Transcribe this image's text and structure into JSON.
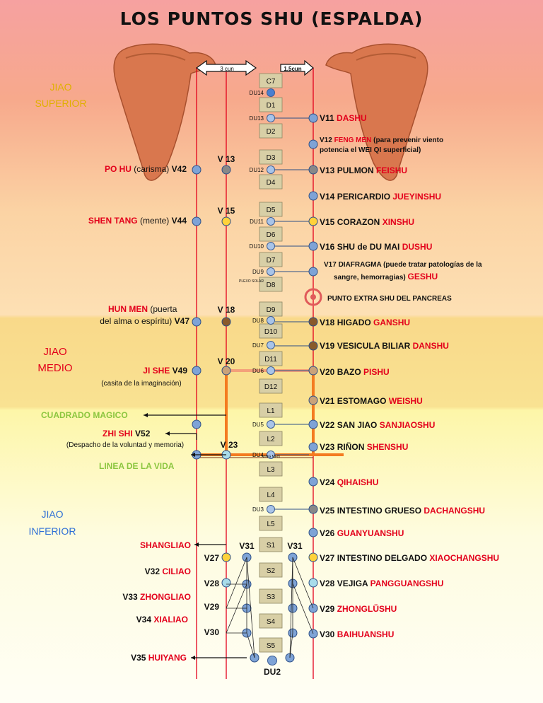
{
  "title": "LOS PUNTOS SHU (ESPALDA)",
  "measures": {
    "left": "3 cun",
    "right": "1.5cun"
  },
  "zones": {
    "superior": [
      "JIAO",
      "SUPERIOR"
    ],
    "medio": [
      "JIAO",
      "MEDIO"
    ],
    "inferior": [
      "JIAO",
      "INFERIOR"
    ]
  },
  "vertebrae": [
    "C7",
    "D1",
    "D2",
    "D3",
    "D4",
    "D5",
    "D6",
    "D7",
    "D8",
    "D9",
    "D10",
    "D11",
    "D12",
    "L1",
    "L2",
    "L3",
    "L4",
    "L5",
    "S1",
    "S2",
    "S3",
    "S4",
    "S5"
  ],
  "du_points": [
    "DU14",
    "DU13",
    "DU12",
    "DU11",
    "DU10",
    "DU9",
    "PLEXO SOLAR",
    "DU8",
    "DU7",
    "DU6",
    "DU5",
    "DU4",
    "MING MEN",
    "DU3",
    "DU2"
  ],
  "inner_labels": [
    "V 13",
    "V 15",
    "V 18",
    "V 20",
    "V 23",
    "V31",
    "V31",
    "V27",
    "V28",
    "V29",
    "V30"
  ],
  "right_points": [
    {
      "code": "V11",
      "name": "",
      "pinyin": "DASHU"
    },
    {
      "code": "V12",
      "pinyin": "FENG MEN",
      "note1": "(para prevenir viento",
      "note2": "potencia el WEI QI superficial)"
    },
    {
      "code": "V13",
      "name": "PULMON",
      "pinyin": "FEISHU"
    },
    {
      "code": "V14",
      "name": "PERICARDIO",
      "pinyin": "JUEYINSHU"
    },
    {
      "code": "V15",
      "name": "CORAZON",
      "pinyin": "XINSHU"
    },
    {
      "code": "V16",
      "name": "SHU de DU MAI",
      "pinyin": "DUSHU"
    },
    {
      "code": "V17",
      "name": "DIAFRAGMA",
      "note1": "(puede tratar patologías de la",
      "note2": "sangre, hemorragias)",
      "pinyin": "GESHU"
    },
    {
      "code": "",
      "name": "PUNTO EXTRA SHU DEL PANCREAS",
      "pinyin": ""
    },
    {
      "code": "V18",
      "name": "HIGADO",
      "pinyin": "GANSHU"
    },
    {
      "code": "V19",
      "name": "VESICULA BILIAR",
      "pinyin": "DANSHU"
    },
    {
      "code": "V20",
      "name": "BAZO",
      "pinyin": "PISHU"
    },
    {
      "code": "V21",
      "name": "ESTOMAGO",
      "pinyin": "WEISHU"
    },
    {
      "code": "V22",
      "name": "SAN JIAO",
      "pinyin": "SANJIAOSHU"
    },
    {
      "code": "V23",
      "name": "RIÑON",
      "pinyin": "SHENSHU"
    },
    {
      "code": "V24",
      "name": "",
      "pinyin": "QIHAISHU"
    },
    {
      "code": "V25",
      "name": "INTESTINO GRUESO",
      "pinyin": "DACHANGSHU"
    },
    {
      "code": "V26",
      "name": "",
      "pinyin": "GUANYUANSHU"
    },
    {
      "code": "V27",
      "name": "INTESTINO DELGADO",
      "pinyin": "XIAOCHANGSHU"
    },
    {
      "code": "V28",
      "name": "VEJIGA",
      "pinyin": "PANGGUANGSHU"
    },
    {
      "code": "V29",
      "name": "",
      "pinyin": "ZHONGLŬSHU"
    },
    {
      "code": "V30",
      "name": "",
      "pinyin": "BAIHUANSHU"
    }
  ],
  "left_points": [
    {
      "pinyin": "PO HU",
      "meaning": "(carisma)",
      "code": "V42"
    },
    {
      "pinyin": "SHEN TANG",
      "meaning": "(mente)",
      "code": "V44"
    },
    {
      "pinyin": "HUN MEN",
      "meaning": "(puerta",
      "line2": "del alma o espíritu)",
      "code": "V47"
    },
    {
      "pinyin": "JI SHE",
      "code": "V49",
      "line2": "(casita de la imaginación)"
    },
    {
      "label": "CUADRADO MAGICO"
    },
    {
      "pinyin": "ZHI SHI",
      "code": "V52",
      "line2": "(Despacho de la voluntad y memoria)"
    },
    {
      "label": "LINEA DE LA VIDA"
    },
    {
      "pinyin": "SHANGLIAO"
    },
    {
      "code": "V32",
      "pinyin": "CILIAO"
    },
    {
      "code": "V33",
      "pinyin": "ZHONGLIAO"
    },
    {
      "code": "V34",
      "pinyin": "XIALIAO"
    },
    {
      "code": "V35",
      "pinyin": "HUIYANG"
    }
  ],
  "colors": {
    "red": "#e3001b",
    "green": "#8cc63f",
    "blue": "#2e6fd6",
    "dot": "#7ea3d6",
    "bone": "#d9774e"
  }
}
